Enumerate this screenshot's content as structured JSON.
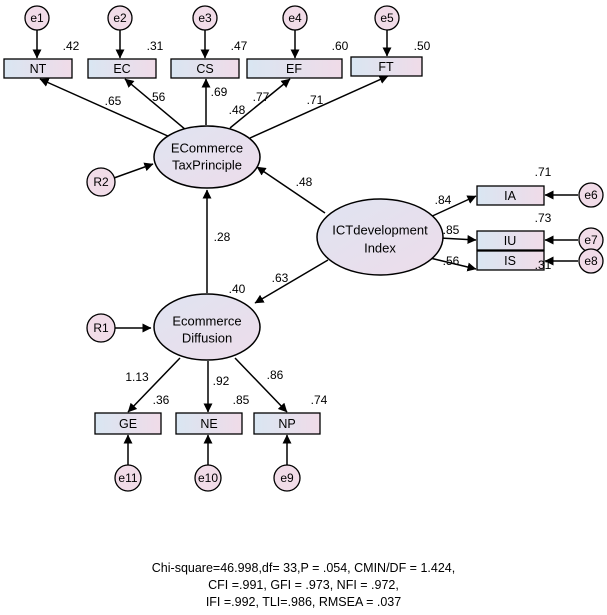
{
  "colors": {
    "box_fill_start": "#d9e6f2",
    "box_fill_end": "#f0dbe8",
    "latent_fill": "#e4e0ef",
    "error_fill": "#f1dce8",
    "stroke": "#000000"
  },
  "observed": {
    "NT": {
      "label": "NT",
      "r2": ".42"
    },
    "EC": {
      "label": "EC",
      "r2": ".31"
    },
    "CS": {
      "label": "CS",
      "r2": ".47"
    },
    "EF": {
      "label": "EF",
      "r2": ".60"
    },
    "FT": {
      "label": "FT",
      "r2": ".50"
    },
    "IA": {
      "label": "IA",
      "r2": ".71"
    },
    "IU": {
      "label": "IU",
      "r2": ".73"
    },
    "IS": {
      "label": "IS",
      "r2": ".31"
    },
    "GE": {
      "label": "GE",
      "r2": ".36"
    },
    "NE": {
      "label": "NE",
      "r2": ".85"
    },
    "NP": {
      "label": "NP",
      "r2": ".74"
    }
  },
  "latent": {
    "tax": {
      "line1": "ECommerce",
      "line2": "TaxPrinciple",
      "r2": ".48"
    },
    "ict": {
      "line1": "ICTdevelopment",
      "line2": "Index"
    },
    "diff": {
      "line1": "Ecommerce",
      "line2": "Diffusion",
      "r2": ".40"
    }
  },
  "errors": {
    "e1": "e1",
    "e2": "e2",
    "e3": "e3",
    "e4": "e4",
    "e5": "e5",
    "e6": "e6",
    "e7": "e7",
    "e8": "e8",
    "e9": "e9",
    "e10": "e10",
    "e11": "e11",
    "R1": "R1",
    "R2": "R2"
  },
  "paths": {
    "tax_NT": ".65",
    "tax_EC": ".56",
    "tax_CS": ".69",
    "tax_EF": ".77",
    "tax_FT": ".71",
    "ict_tax": ".48",
    "diff_tax": ".28",
    "ict_diff": ".63",
    "ict_IA": ".84",
    "ict_IU": ".85",
    "ict_IS": ".56",
    "diff_GE": "1.13",
    "diff_NE": ".92",
    "diff_NP": ".86"
  },
  "fit": {
    "line1": "Chi-square=46.998,df= 33,P = .054, CMIN/DF = 1.424,",
    "line2": "CFI =.991, GFI = .973, NFI = .972,",
    "line3": "IFI =.992, TLI=.986, RMSEA = .037"
  }
}
